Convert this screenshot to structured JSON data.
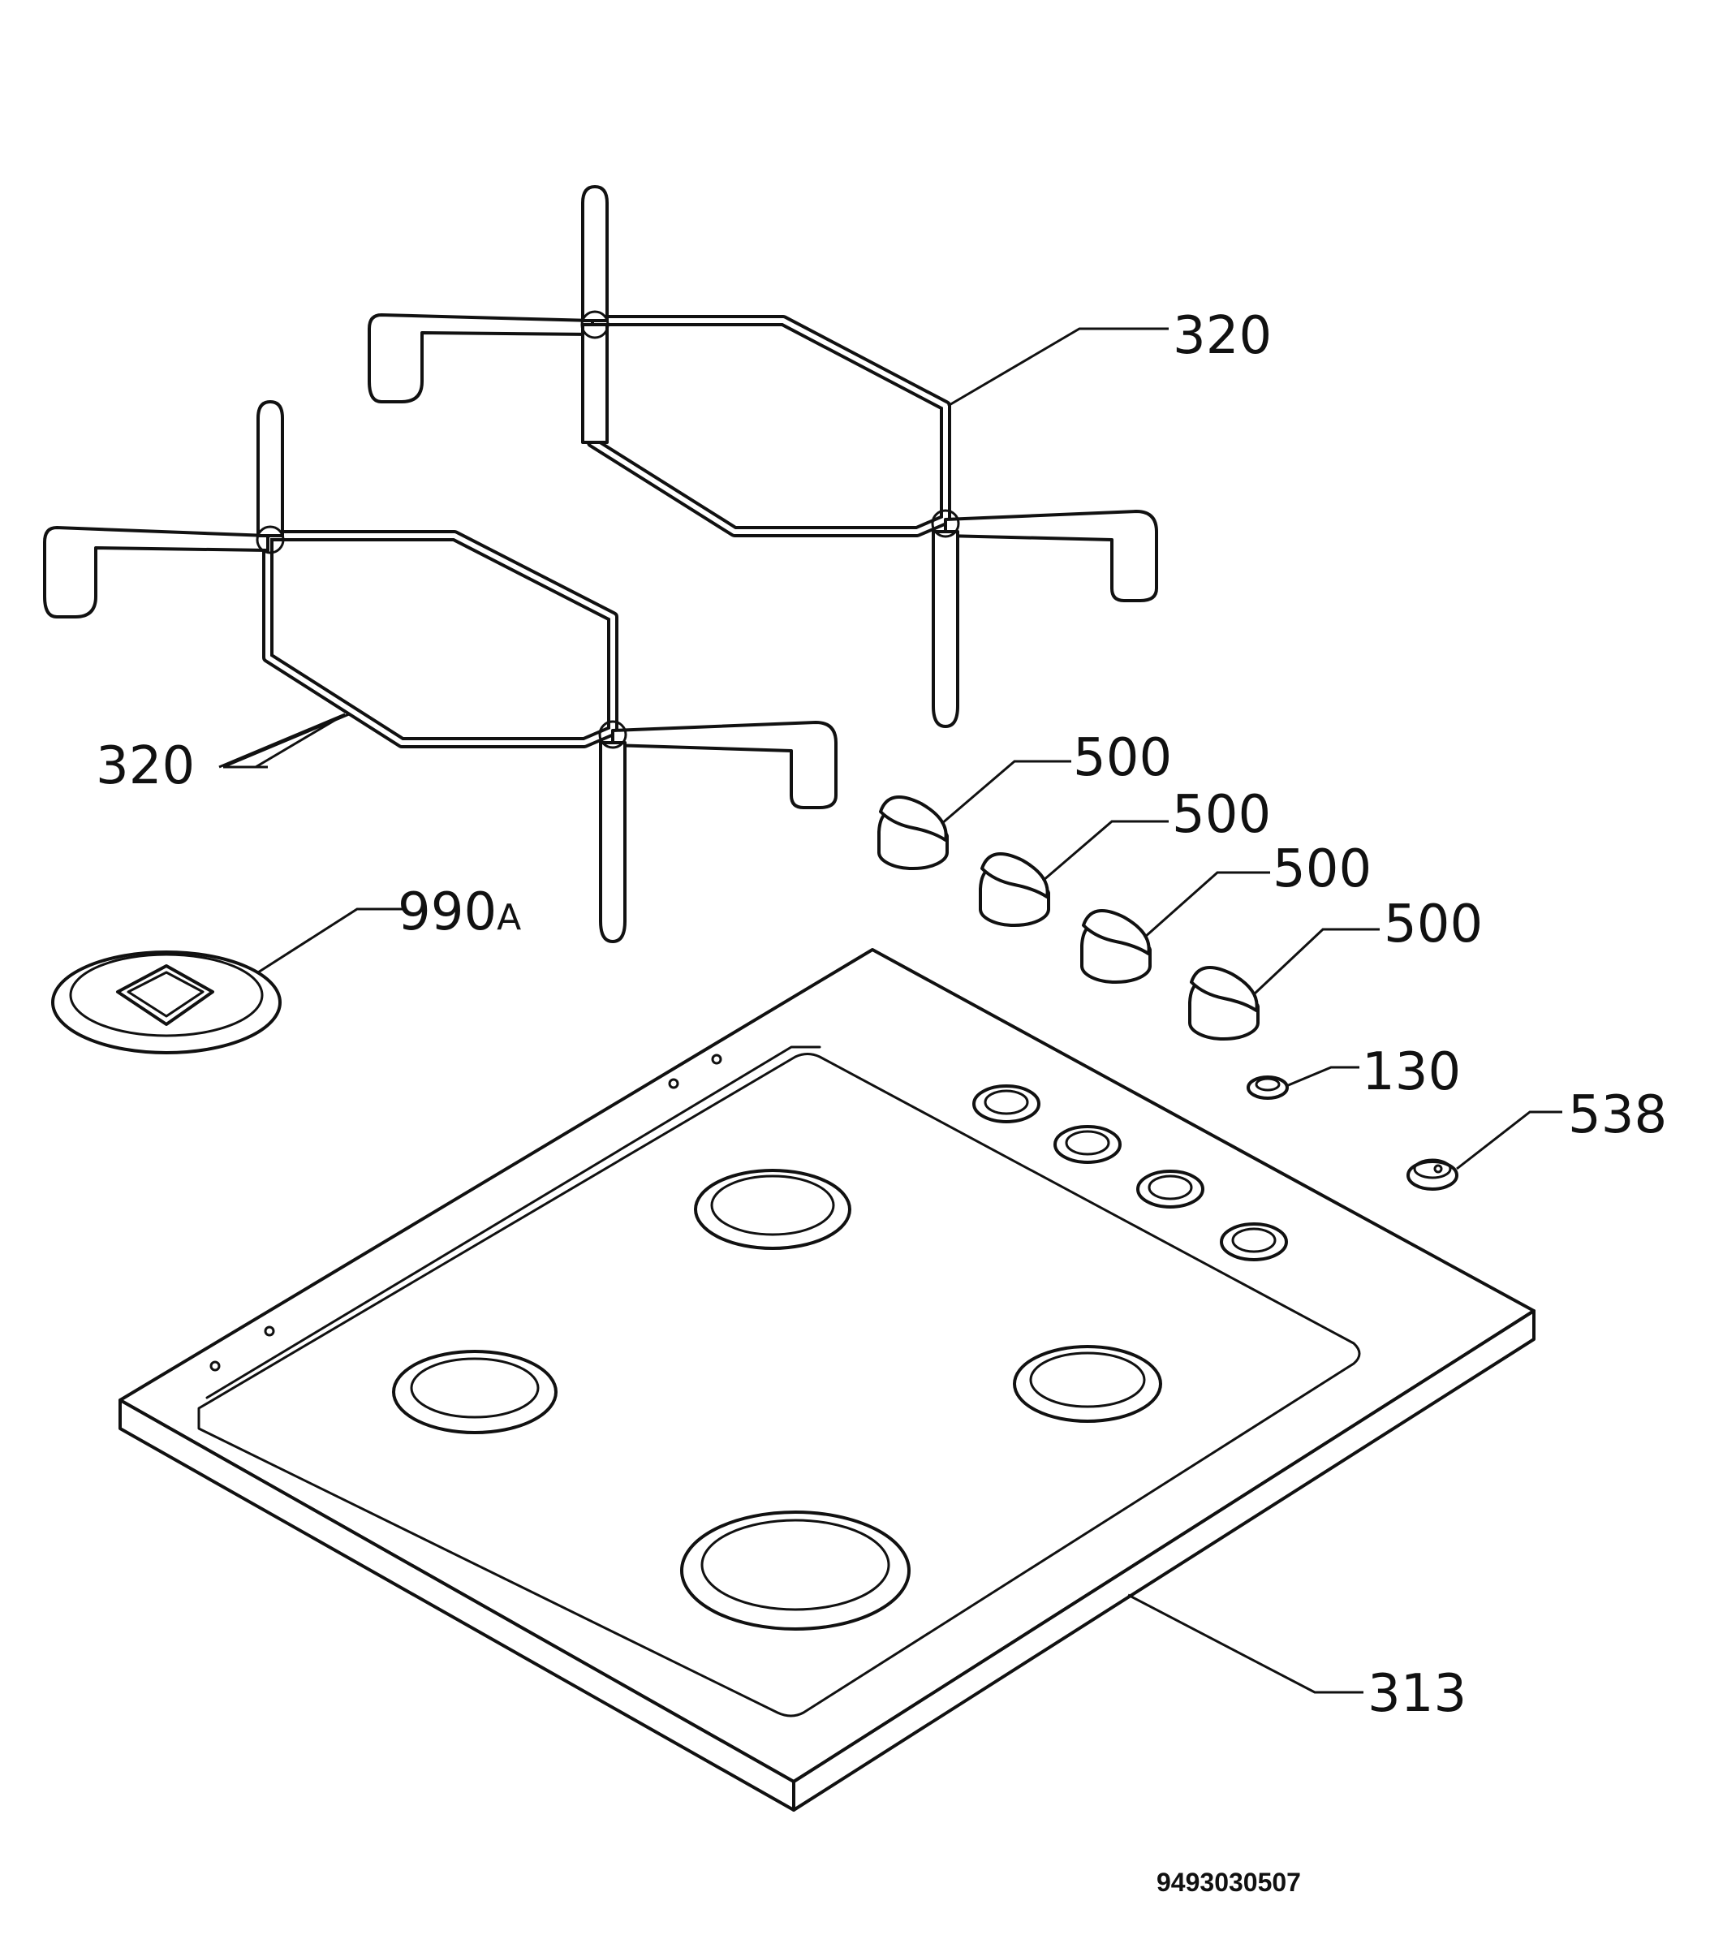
{
  "callouts": {
    "grid_upper": "320",
    "grid_lower": "320",
    "knob_1": "500",
    "knob_2": "500",
    "knob_3": "500",
    "knob_4": "500",
    "cover_disc_number": "990",
    "cover_disc_suffix": "A",
    "spring": "130",
    "bushing": "538",
    "hob_top": "313"
  },
  "document_number": "9493030507"
}
